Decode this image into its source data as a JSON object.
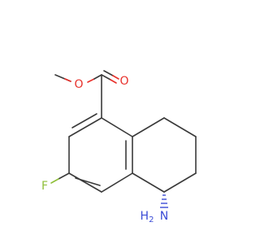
{
  "molecule": {
    "atoms": {
      "carbonyl_oxygen": "O",
      "ester_oxygen": "O",
      "fluorine": "F",
      "amine_nitrogen": "N",
      "amine_hydrogens": "H2"
    },
    "colors": {
      "bond": "#3a3a3a",
      "oxygen": "#e8312b",
      "fluorine": "#8fbf3a",
      "nitrogen": "#3a4bd6"
    }
  }
}
